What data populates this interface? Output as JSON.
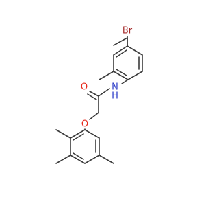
{
  "molecule": {
    "atoms": {
      "br": {
        "label": "Br",
        "color": "#a52a2a"
      },
      "n": {
        "label": "N",
        "color": "#2c3cc8"
      },
      "h": {
        "label": "H",
        "color": "#2c3cc8"
      },
      "o_carbonyl": {
        "label": "O",
        "color": "#e8291c"
      },
      "o_ether": {
        "label": "O",
        "color": "#e8291c"
      }
    }
  }
}
